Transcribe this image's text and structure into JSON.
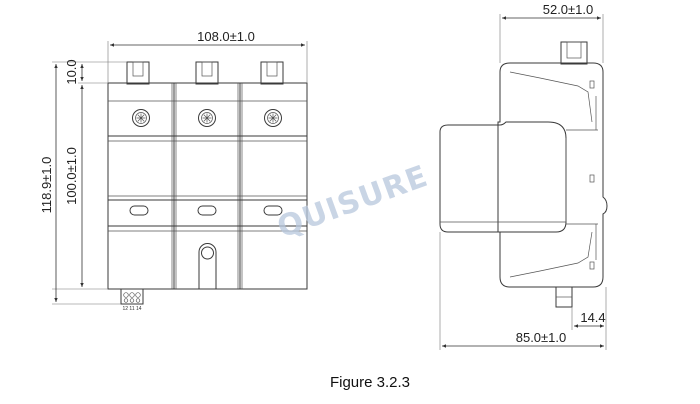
{
  "dimensions": {
    "front_width": "108.0±1.0",
    "front_top_offset": "10.0",
    "front_total_height": "118.9±1.0",
    "front_body_height": "100.0±1.0",
    "side_top_width": "52.0±1.0",
    "side_bottom_width": "85.0±1.0",
    "side_rail_offset": "14.4"
  },
  "terminal_labels": "12 11 14",
  "watermark": "QUISURE",
  "caption": "Figure 3.2.3",
  "colors": {
    "body_gradient_top": "#f4f7fb",
    "body_gradient_bottom": "#cfe0f3",
    "outline": "#3a3a3a"
  }
}
